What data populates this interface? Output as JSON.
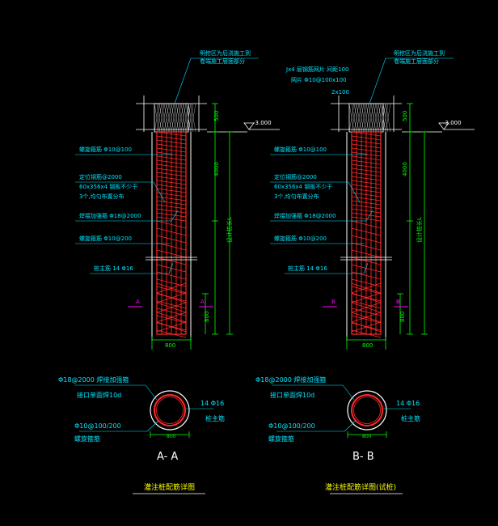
{
  "colors": {
    "background": "#000000",
    "cage": "#ff2a2a",
    "dimension": "#00ff00",
    "label": "#00e5ff",
    "leader": "#00e5ff",
    "outline": "#ffffff",
    "section_mark": "#ff00ff",
    "title": "#ffff00"
  },
  "left": {
    "note_top": "明挖区为后浇施工到",
    "note_top2": "卷端施工层面部分",
    "level": "-3.000",
    "dim_top": "500",
    "dim_mid": "4000",
    "dim_bottom": "800",
    "dim_total": "设计桩长L",
    "width": "800",
    "label_spiral_dense": "螺旋箍筋 Φ10@100",
    "label_stiff1": "定位钢筋@2000",
    "label_stiff2": "60x356x4 钢板不少于",
    "label_stiff3": "3个,均匀布置分布",
    "label_ring": "焊接加强箍 Φ18@2000",
    "label_spiral": "螺旋箍筋 Φ10@200",
    "label_main": "桩主筋 14 Φ16",
    "section_mark_left": "A",
    "section_mark_right": "A",
    "sec_label_ring": "Φ18@2000 焊接加强箍",
    "sec_label_ring2": "接口单面焊10d",
    "sec_label_spiral": "Φ10@100/200",
    "sec_label_spiral2": "螺旋箍筋",
    "sec_label_main": "14 Φ16",
    "sec_label_main2": "桩主筋",
    "sec_dim": "800",
    "sec_title": "A- A",
    "drawing_title": "灌注桩配筋详图"
  },
  "right": {
    "note_pre": "Jx4 层钢筋网片 间距100",
    "note_pre2": "网片 Φ10@100x100",
    "note_pre3": "2x100",
    "note_top": "明挖区为后浇施工到",
    "note_top2": "卷端施工层面部分",
    "level": "-3.000",
    "dim_top": "500",
    "dim_mid": "4000",
    "dim_bottom": "800",
    "dim_total": "设计桩长L",
    "width": "800",
    "label_spiral_dense": "螺旋箍筋 Φ10@100",
    "label_stiff1": "定位钢筋@2000",
    "label_stiff2": "60x356x4 钢板不少于",
    "label_stiff3": "3个,均匀布置分布",
    "label_ring": "焊接加强箍 Φ18@2000",
    "label_spiral": "螺旋箍筋 Φ10@200",
    "label_main": "桩主筋 14 Φ16",
    "section_mark_left": "B",
    "section_mark_right": "B",
    "sec_label_ring": "Φ18@2000 焊接加强箍",
    "sec_label_ring2": "接口单面焊10d",
    "sec_label_spiral": "Φ10@100/200",
    "sec_label_spiral2": "螺旋箍筋",
    "sec_label_main": "14 Φ16",
    "sec_label_main2": "桩主筋",
    "sec_dim": "800",
    "sec_title": "B- B",
    "drawing_title": "灌注桩配筋详图(试桩)"
  }
}
